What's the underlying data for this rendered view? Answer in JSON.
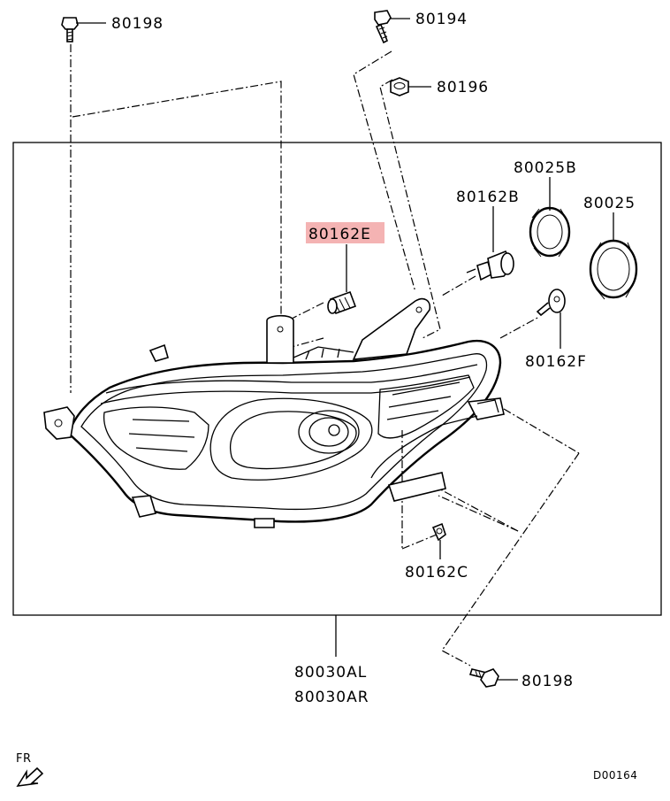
{
  "callouts": {
    "bolt_top_left": "80198",
    "screw_top": "80194",
    "nut_top": "80196",
    "ring_b": "80025B",
    "ring": "80025",
    "bulb_b": "80162B",
    "bulb_e": "80162E",
    "socket_f": "80162F",
    "bulb_c": "80162C",
    "headlamp_left": "80030AL",
    "headlamp_right": "80030AR",
    "bolt_bottom": "80198"
  },
  "highlight_color": "#f4b3b3",
  "direction_label": "FR",
  "diagram_id": "D00164"
}
